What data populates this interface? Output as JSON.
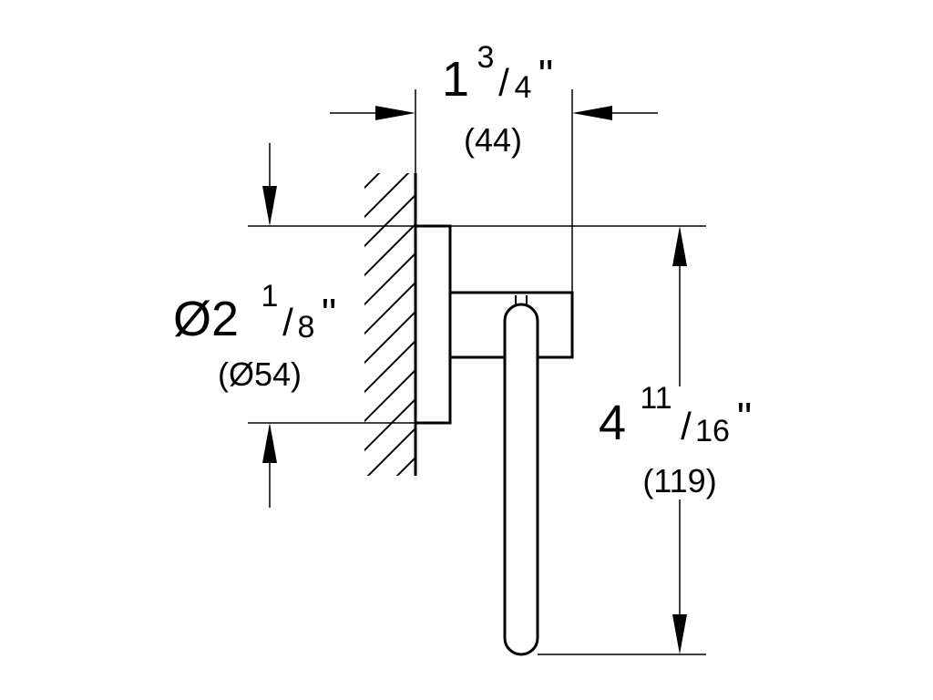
{
  "width_dimension": {
    "whole": "1",
    "numerator": "3",
    "denominator": "4",
    "unit": "\"",
    "metric": "(44)"
  },
  "diameter_dimension": {
    "symbol_whole": "Ø2",
    "numerator": "1",
    "denominator": "8",
    "unit": "\"",
    "metric": "(Ø54)"
  },
  "height_dimension": {
    "whole": "4",
    "numerator": "11",
    "denominator": "16",
    "unit": "\"",
    "metric": "(119)"
  },
  "colors": {
    "line": "#000000",
    "background": "#ffffff"
  }
}
